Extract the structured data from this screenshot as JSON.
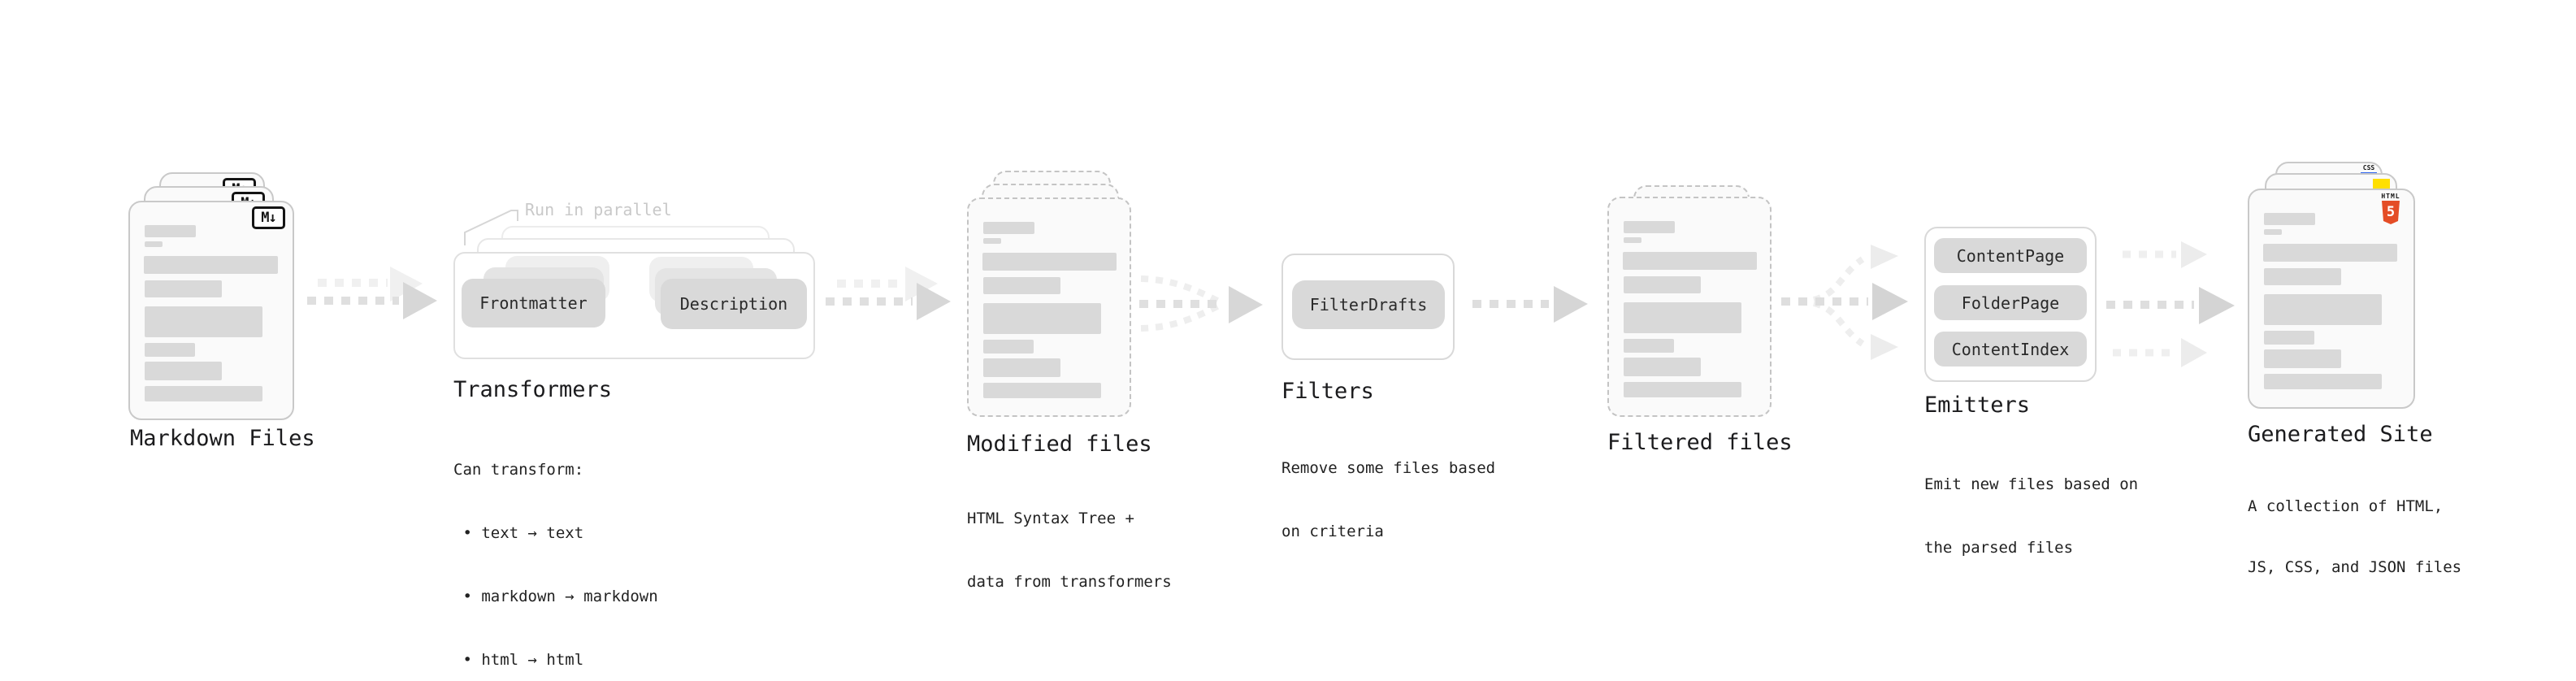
{
  "diagram": {
    "markdown_files": {
      "title": "Markdown Files",
      "badge": "M↓"
    },
    "transformers": {
      "title": "Transformers",
      "parallel_note": "Run in parallel",
      "node_a": "Frontmatter",
      "node_b": "Description",
      "notes": [
        "Can transform:",
        " • text → text",
        " • markdown → markdown",
        " • html → html"
      ]
    },
    "modified_files": {
      "title": "Modified files",
      "notes": [
        "HTML Syntax Tree +",
        "data from transformers"
      ]
    },
    "filters": {
      "title": "Filters",
      "node": "FilterDrafts",
      "notes": [
        "Remove some files based",
        "on criteria"
      ]
    },
    "filtered_files": {
      "title": "Filtered files"
    },
    "emitters": {
      "title": "Emitters",
      "nodes": [
        "ContentPage",
        "FolderPage",
        "ContentIndex"
      ],
      "notes": [
        "Emit new files based on",
        "the parsed files"
      ]
    },
    "generated_site": {
      "title": "Generated Site",
      "notes": [
        "A collection of HTML,",
        "JS, CSS, and JSON files"
      ],
      "badge_html_wordmark": "HTML",
      "badge_html_number": "5",
      "badge_css": "CSS"
    }
  },
  "colors": {
    "html5_orange": "#e44d26",
    "js_yellow": "#ffdf00",
    "css_blue": "#2d64f0",
    "card_border": "#c9c9c9",
    "placeholder_bar": "#d9d9d9",
    "arrow_main": "#d7d7d7",
    "arrow_light": "#efefef"
  }
}
